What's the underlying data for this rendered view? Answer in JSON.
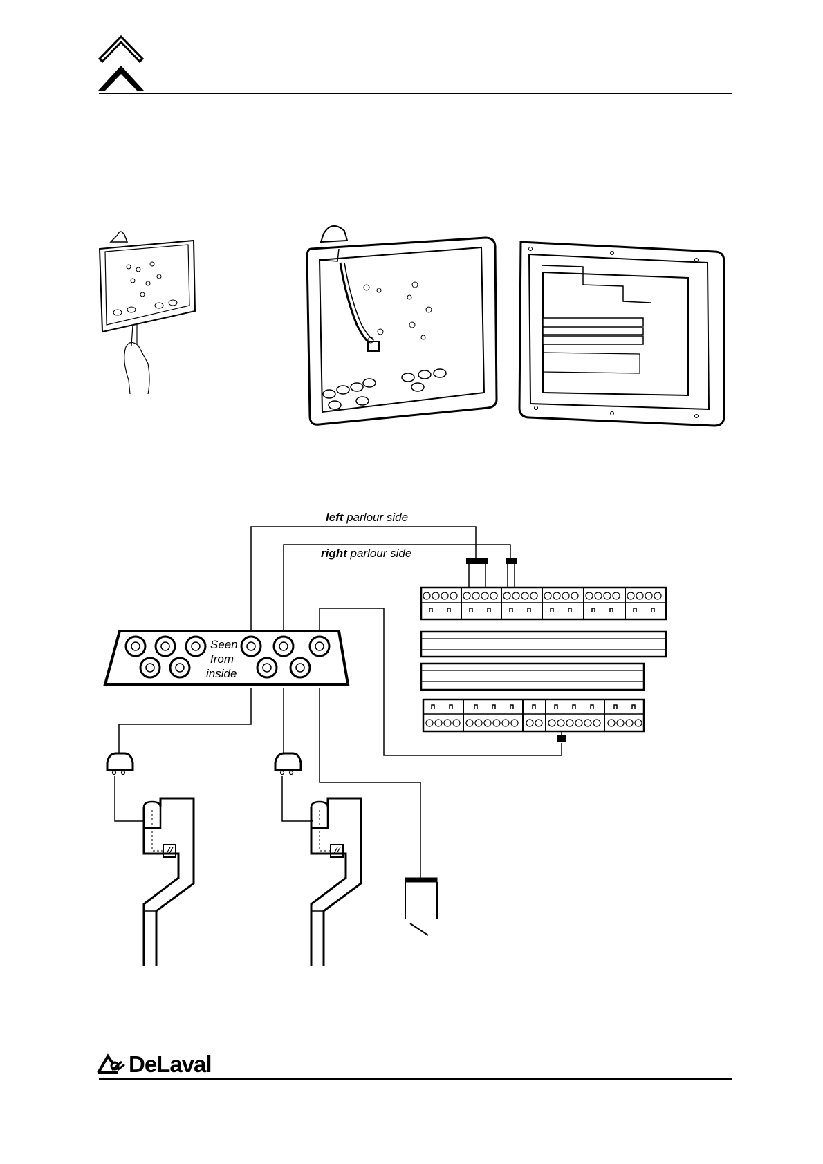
{
  "header": {
    "logo_icon": "chevron-logo-icon"
  },
  "diagram": {
    "left_label_bold": "left",
    "left_label_rest": " parlour side",
    "right_label_bold": "right",
    "right_label_rest": " parlour side",
    "seen_line1": "Seen",
    "seen_line2": "from",
    "seen_line3": "inside"
  },
  "footer": {
    "brand_name": "DeLaval",
    "brand_icon": "delaval-logo-icon"
  }
}
